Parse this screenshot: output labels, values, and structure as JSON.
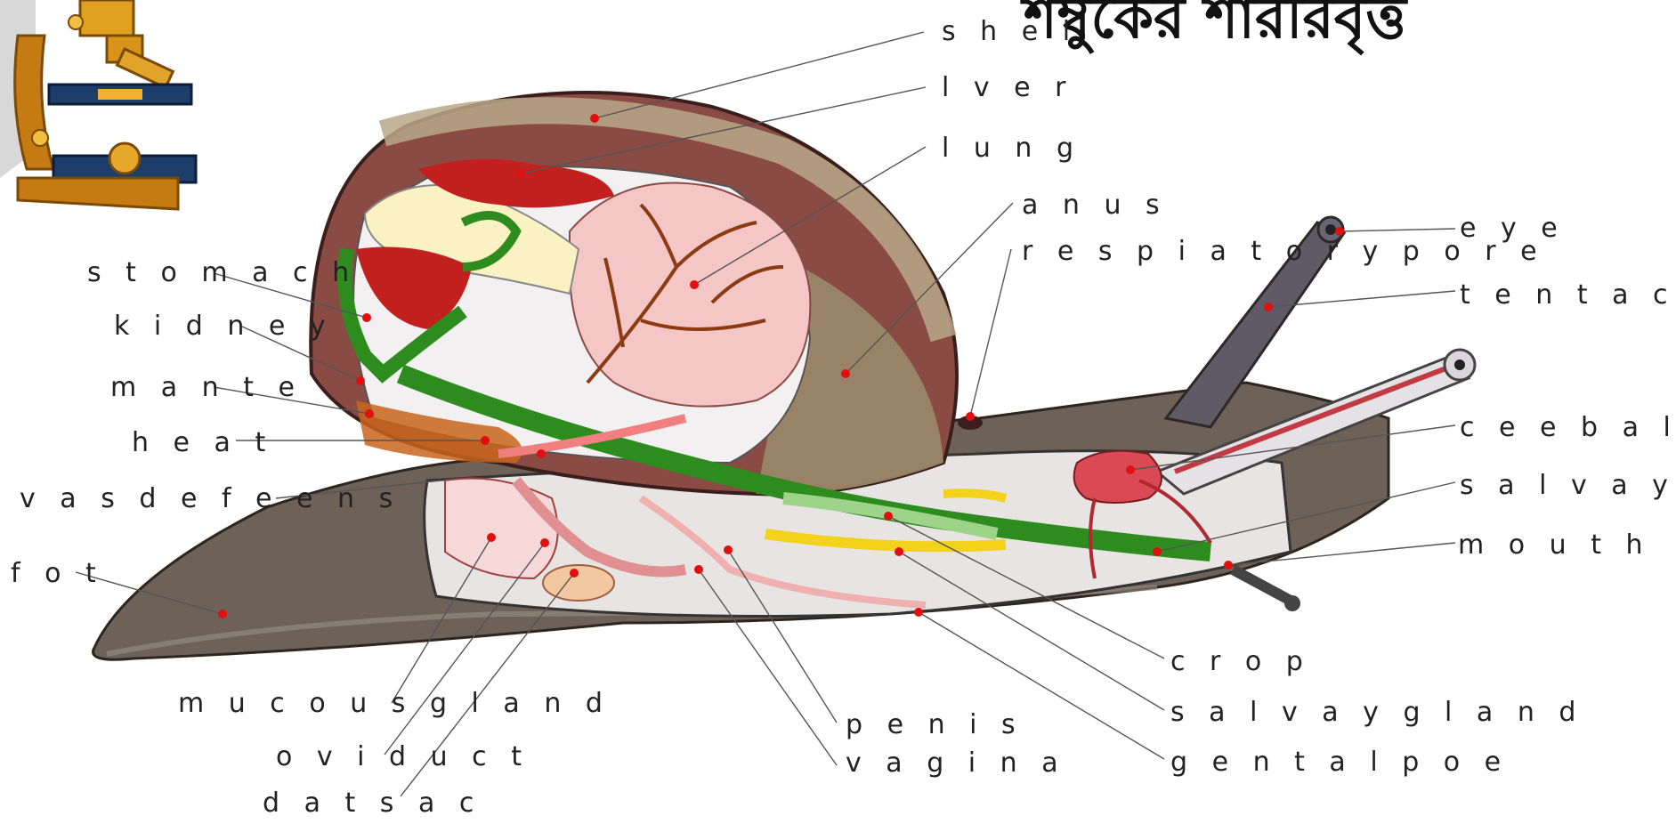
{
  "title": "শম্বুকের শারীরবৃত্ত",
  "labels": {
    "shell": "s h e l",
    "liver": "l v e r",
    "lung": "l u n g",
    "anus": "a n u s",
    "respiratory_pore": "r e s p i a t o r y p o r e",
    "eye": "e y e",
    "tentacle": "t e n t a c l e",
    "stomach": "s t o m a c h",
    "kidney": "k i d n e y",
    "mantle": "m a n t e",
    "heart": "h e a t",
    "vas_deferens": "v a s d e f e e n s",
    "foot": "f o t",
    "cerebral_ganglia": "c e e b a l g a",
    "salivary_duct": "s a l v a y d u",
    "mouth": "m o u t h",
    "crop": "c r o p",
    "salivary_gland": "s a l v a y g l a n d",
    "genital_pore": "g e n t a l p o e",
    "penis": "p e n i s",
    "vagina": "v a g i n a",
    "mucous_gland": "m u c o u s g l a n d",
    "oviduct": "o v i d u c t",
    "dart_sac": "d a t s a c"
  },
  "icons": {
    "microscope": "microscope-icon"
  },
  "colors": {
    "shell": "#8b4b45",
    "body": "#6e6258",
    "digestive": "#2e8b1e",
    "lung": "#f4c6c6",
    "marker": "#e01010"
  }
}
